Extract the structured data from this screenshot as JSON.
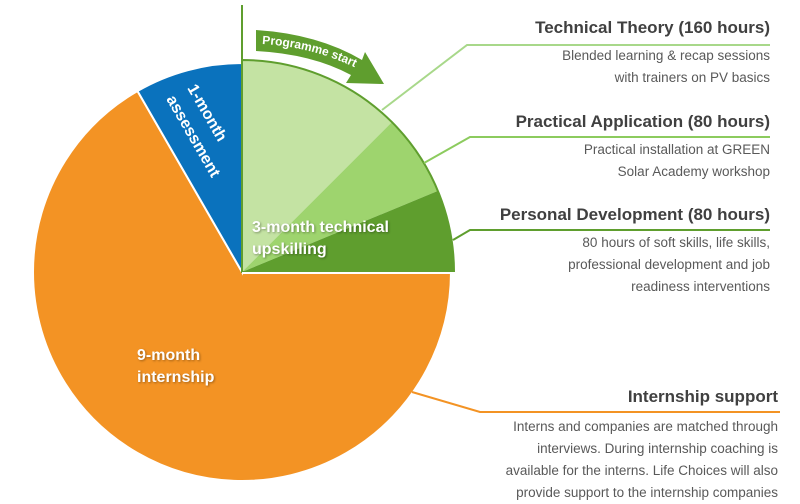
{
  "colors": {
    "internship": "#F39324",
    "assessment": "#0A72BD",
    "theory": "#C4E3A3",
    "practical": "#9ED46E",
    "personal": "#5F9E2E",
    "arrow": "#5F9E2E",
    "theory_line": "#A8D88A",
    "practical_line": "#8CCB5E",
    "personal_line": "#5F9E2E",
    "internship_line": "#F39324",
    "title_text": "#404040",
    "body_text": "#595959"
  },
  "arrow": {
    "label": "Programme start"
  },
  "slices": {
    "upskilling": {
      "label_line1": "3-month technical",
      "label_line2": "upskilling"
    },
    "assessment": {
      "label_line1": "1-month",
      "label_line2": "assessment"
    },
    "internship": {
      "label_line1": "9-month",
      "label_line2": "internship"
    }
  },
  "panels": [
    {
      "title": "Technical Theory (160 hours)",
      "lines": [
        "Blended learning & recap sessions",
        "with trainers on PV basics"
      ]
    },
    {
      "title": "Practical Application (80 hours)",
      "lines": [
        "Practical installation at GREEN",
        "Solar Academy workshop"
      ]
    },
    {
      "title": "Personal Development (80 hours)",
      "lines": [
        "80 hours of soft skills, life skills,",
        "professional development and job",
        "readiness interventions"
      ]
    },
    {
      "title": "Internship support",
      "lines": [
        "Interns and companies are matched through",
        "interviews. During internship coaching is",
        "available for the interns. Life Choices will also",
        "provide support to the internship companies"
      ]
    }
  ],
  "chart_data": {
    "type": "pie",
    "title": "",
    "start_angle": "12 o'clock, clockwise",
    "categories": [
      "3-month technical upskilling",
      "9-month internship",
      "1-month assessment"
    ],
    "values": [
      3,
      9,
      1
    ],
    "unit": "months",
    "sub_breakdown": {
      "parent": "3-month technical upskilling",
      "categories": [
        "Technical Theory",
        "Practical Application",
        "Personal Development"
      ],
      "values": [
        160,
        80,
        80
      ],
      "unit": "hours"
    },
    "annotations": [
      "Programme start"
    ]
  }
}
